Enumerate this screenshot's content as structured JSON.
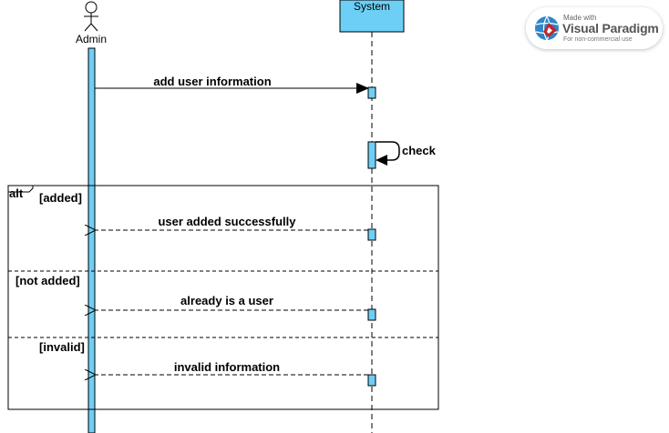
{
  "lifelines": {
    "admin": {
      "name": "Admin"
    },
    "system": {
      "name": "System"
    }
  },
  "messages": {
    "m1": "add user information",
    "self": "check",
    "m2": "user added successfully",
    "m3": "already is a user",
    "m4": "invalid information"
  },
  "fragment": {
    "operator": "alt",
    "guards": [
      "[added]",
      "[not added]",
      "[invalid]"
    ]
  },
  "watermark": {
    "made_with": "Made with",
    "brand": "Visual Paradigm",
    "note": "For non-commercial use"
  },
  "colors": {
    "activation_fill": "#6ecff6",
    "system_box_fill": "#6ecff6",
    "line": "#000000"
  }
}
